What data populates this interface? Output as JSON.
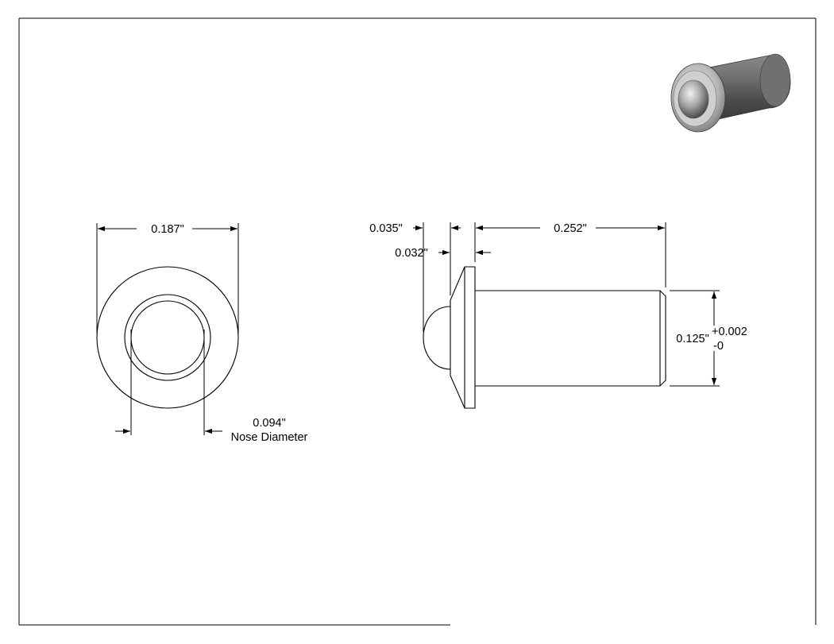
{
  "drawing": {
    "front_view": {
      "outer_diameter": "0.187\"",
      "nose_diameter_value": "0.094\"",
      "nose_diameter_label": "Nose Diameter"
    },
    "side_view": {
      "flange_thickness": "0.035\"",
      "chamfer": "0.032\"",
      "body_length": "0.252\"",
      "body_diameter": "0.125\"",
      "tolerance_plus": "+0.002",
      "tolerance_minus": "-0"
    }
  },
  "colors": {
    "line": "#000000",
    "background": "#ffffff",
    "metal_light": "#d9d9d9",
    "metal_dark": "#5c5c5c"
  }
}
